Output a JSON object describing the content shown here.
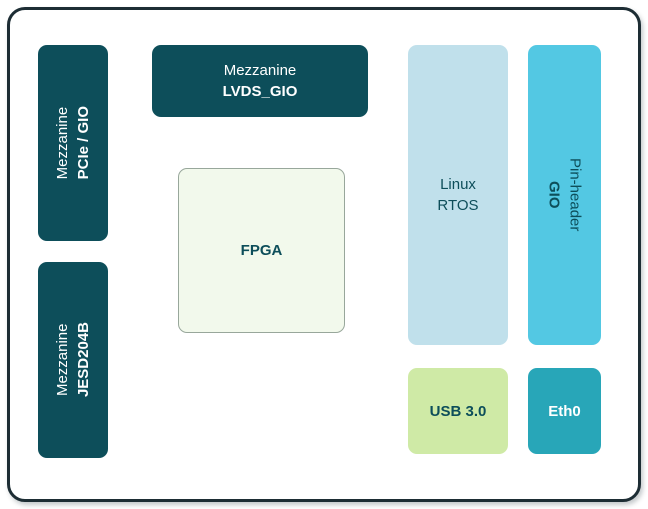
{
  "blocks": {
    "mezz_pcie": {
      "line1": "Mezzanine",
      "line2": "PCIe / GIO"
    },
    "mezz_jesd": {
      "line1": "Mezzanine",
      "line2": "JESD204B"
    },
    "mezz_lvds": {
      "line1": "Mezzanine",
      "line2": "LVDS_GIO"
    },
    "fpga": {
      "label": "FPGA"
    },
    "linux": {
      "line1": "Linux",
      "line2": "RTOS"
    },
    "pin_header": {
      "line1": "Pin-header",
      "line2": "GIO"
    },
    "usb": {
      "label": "USB 3.0"
    },
    "eth": {
      "label": "Eth0"
    }
  },
  "colors": {
    "dark_teal": "#0d4e5a",
    "frame_border": "#1d2d34",
    "fpga_fill": "#f2f9ec",
    "fpga_border": "#98a79b",
    "linux_fill": "#c0e0eb",
    "pin_header_fill": "#53c8e3",
    "usb_fill": "#cfeaa6",
    "eth_fill": "#28a6b8",
    "text_light": "#ffffff",
    "text_dark": "#0d4e5a"
  }
}
